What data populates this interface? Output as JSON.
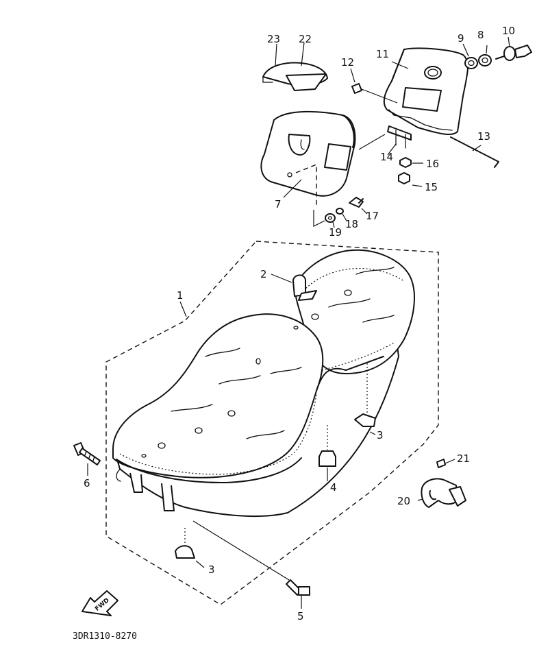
{
  "callouts": {
    "c1": "1",
    "c2": "2",
    "c3a": "3",
    "c3b": "3",
    "c4": "4",
    "c5": "5",
    "c6": "6",
    "c7": "7",
    "c8": "8",
    "c9": "9",
    "c10": "10",
    "c11": "11",
    "c12": "12",
    "c13": "13",
    "c14": "14",
    "c15": "15",
    "c16": "16",
    "c17": "17",
    "c18": "18",
    "c19": "19",
    "c20": "20",
    "c21": "21",
    "c22": "22",
    "c23": "23"
  },
  "arrow_label": "FWD",
  "diagram_code": "3DR1310-8270"
}
